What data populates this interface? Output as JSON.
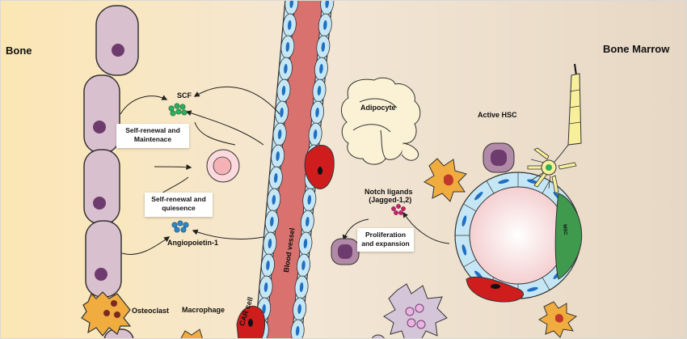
{
  "regions": {
    "bone": "Bone",
    "bone_marrow": "Bone Marrow"
  },
  "labels": {
    "scf": "SCF",
    "angiopoietin": "Angiopoietin-1",
    "adipocyte": "Adipocyte",
    "active_hsc": "Active HSC",
    "notch_line1": "Notch ligands",
    "notch_line2": "(Jagged-1,2)",
    "osteoclast": "Osteoclast",
    "macrophage": "Macrophage",
    "car_cell": "CAR cell",
    "blood_vessel": "Blood vessel",
    "msc": "MSC"
  },
  "boxes": {
    "self_renewal_maint": {
      "line1": "Self-renewal and",
      "line2": "Maintenace"
    },
    "self_renewal_quies": {
      "line1": "Self-renewal and",
      "line2": "quiesence"
    },
    "proliferation": {
      "line1": "Proliferation",
      "line2": "and expansion"
    }
  },
  "colors": {
    "bone_bg": "#fbe6b4",
    "marrow_bg": "#eadcc8",
    "osteoblast": "#d9c0cf",
    "nucleus": "#6e3b6e",
    "vessel": "#d9726f",
    "endothelium": "#c5e6f4",
    "endo_nucleus": "#1f6fc2",
    "car_cell": "#cf1d1d",
    "signal_green": "#2fae5c",
    "signal_blue": "#2f86c4",
    "signal_pink": "#c2236b",
    "hsc": "#b18aa7",
    "macrophage": "#f0ac3f",
    "adipocyte": "#fbf2d6",
    "msc": "#3f9a4e",
    "neuron": "#f7ef9a"
  }
}
